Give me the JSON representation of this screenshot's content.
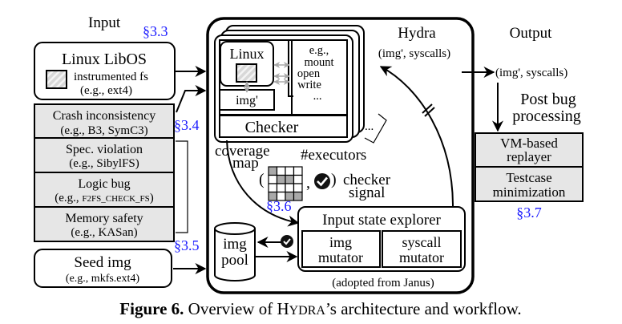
{
  "labels": {
    "input": "Input",
    "output": "Output",
    "hydra": "Hydra"
  },
  "sections": {
    "s33": "§3.3",
    "s34": "§3.4",
    "s35": "§3.5",
    "s36": "§3.6",
    "s37": "§3.7"
  },
  "libos": {
    "title": "Linux LibOS",
    "line1": "instrumented fs",
    "line2": "(e.g., ext4)"
  },
  "checkers": [
    {
      "title": "Crash inconsistency",
      "example": "(e.g., B3, SymC3)"
    },
    {
      "title": "Spec. violation",
      "example": "(e.g., SibylFS)"
    },
    {
      "title": "Logic bug",
      "example_prefix": "(e.g., ",
      "example_code": "F2FS_CHECK_FS",
      "example_suffix": ")"
    },
    {
      "title": "Memory safety",
      "example": "(e.g., KASan)"
    }
  ],
  "seed": {
    "title": "Seed img",
    "example": "(e.g., mkfs.ext4)"
  },
  "executor": {
    "linux": "Linux",
    "img_prime": "img'",
    "syscalls": [
      "e.g.,",
      "mount",
      "open",
      "write",
      "..."
    ],
    "checker": "Checker",
    "more": "...",
    "count_label": "#executors"
  },
  "feedback": {
    "tuple": "(img', syscalls)",
    "coverage_line1": "coverage",
    "coverage_line2": "map",
    "open_paren": "(",
    "comma": ",",
    "close_paren": ")",
    "checker_signal_line1": "checker",
    "checker_signal_line2": "signal",
    "coverage_grid": [
      [
        1,
        0,
        0,
        0
      ],
      [
        0,
        1,
        1,
        0
      ],
      [
        0,
        0,
        0,
        0
      ],
      [
        1,
        0,
        1,
        1
      ]
    ]
  },
  "explorer": {
    "title": "Input state explorer",
    "img_mutator": [
      "img",
      "mutator"
    ],
    "syscall_mutator": [
      "syscall",
      "mutator"
    ],
    "note": "(adopted from Janus)"
  },
  "pool": {
    "line1": "img",
    "line2": "pool"
  },
  "output": {
    "tuple": "(img', syscalls)",
    "post1": "Post bug",
    "post2": "processing",
    "stages": [
      {
        "line1": "VM-based",
        "line2": "replayer"
      },
      {
        "line1": "Testcase",
        "line2": "minimization"
      }
    ]
  },
  "caption": {
    "label": "Figure 6.",
    "text_before": " Overview of ",
    "name_cap": "H",
    "name_small": "YDRA",
    "text_after": "’s architecture and workflow."
  },
  "colors": {
    "section_ref": "#1a1aff",
    "box_fill_gray": "#e6e6e6",
    "inner_arrow_gray": "#a8a8a8"
  }
}
